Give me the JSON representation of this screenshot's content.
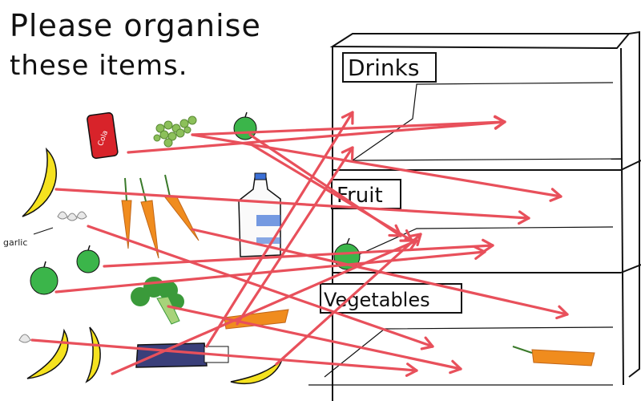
{
  "instruction": {
    "line1": "Please organise",
    "line2": "these items."
  },
  "shelves": [
    {
      "label": "Drinks"
    },
    {
      "label": "Fruit"
    },
    {
      "label": "Vegetables"
    }
  ],
  "annotations": {
    "garlic_label": "garlic"
  },
  "items": [
    {
      "name": "cola-can",
      "text": "Cola"
    },
    {
      "name": "grapes"
    },
    {
      "name": "green-apple"
    },
    {
      "name": "banana"
    },
    {
      "name": "garlic"
    },
    {
      "name": "carrots"
    },
    {
      "name": "milk-bottle"
    },
    {
      "name": "broccoli"
    },
    {
      "name": "spray-bottle"
    }
  ],
  "colors": {
    "arrow": "#e8505b",
    "ink": "#111111",
    "apple": "#3bb54a",
    "carrot": "#f08c1e",
    "banana": "#f5e21f",
    "cola": "#d8232a",
    "milk_cap": "#3b6fd6",
    "spray": "#3a3f7a"
  }
}
